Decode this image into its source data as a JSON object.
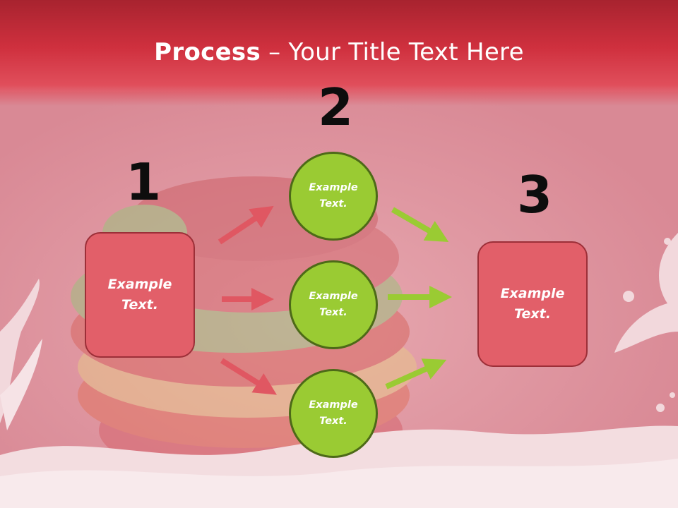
{
  "title": {
    "bold": "Process",
    "rest": " – Your Title Text Here"
  },
  "steps": [
    {
      "number": "1"
    },
    {
      "number": "2"
    },
    {
      "number": "3"
    }
  ],
  "left_box": {
    "line1": "Example",
    "line2": "Text."
  },
  "right_box": {
    "line1": "Example",
    "line2": "Text."
  },
  "circles": [
    {
      "line1": "Example",
      "line2": "Text."
    },
    {
      "line1": "Example",
      "line2": "Text."
    },
    {
      "line1": "Example",
      "line2": "Text."
    }
  ],
  "colors": {
    "header": "#cf303e",
    "box_fill": "#e25f69",
    "circle_fill": "#9acb33",
    "arrow_red": "#e05762",
    "arrow_green": "#9acb33"
  }
}
